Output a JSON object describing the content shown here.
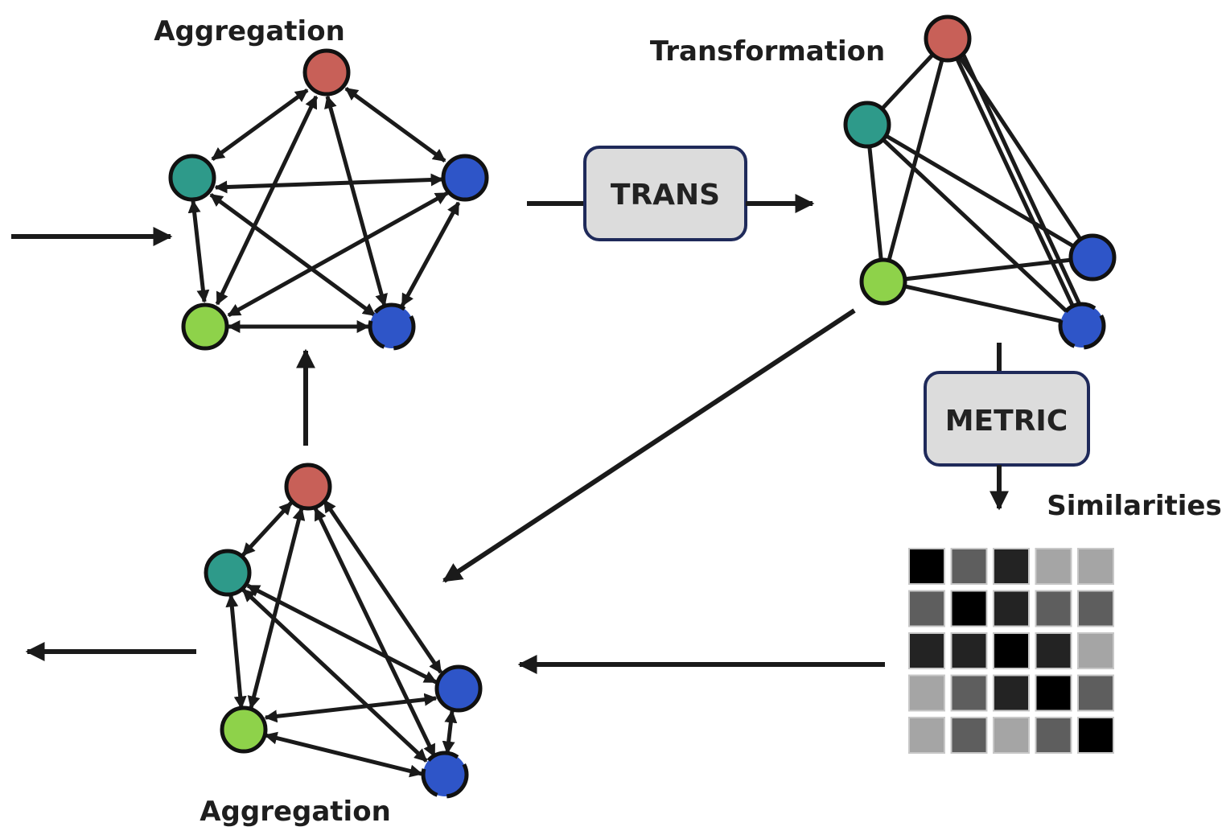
{
  "labels": {
    "aggregation_top": "Aggregation",
    "transformation": "Transformation",
    "similarities": "Similarities",
    "aggregation_bottom": "Aggregation"
  },
  "boxes": {
    "trans": "TRANS",
    "metric": "METRIC"
  },
  "colors": {
    "red": "#c86058",
    "teal": "#2e9a8a",
    "blue": "#2e55c8",
    "green": "#8ed24a",
    "box_fill": "#dcdcdc",
    "box_border": "#1f2a5a"
  },
  "similarity_matrix": [
    [
      1.0,
      0.6,
      0.85,
      0.3,
      0.3
    ],
    [
      0.6,
      1.0,
      0.85,
      0.6,
      0.6
    ],
    [
      0.85,
      0.85,
      1.0,
      0.85,
      0.3
    ],
    [
      0.3,
      0.6,
      0.85,
      1.0,
      0.6
    ],
    [
      0.3,
      0.6,
      0.3,
      0.6,
      1.0
    ]
  ]
}
